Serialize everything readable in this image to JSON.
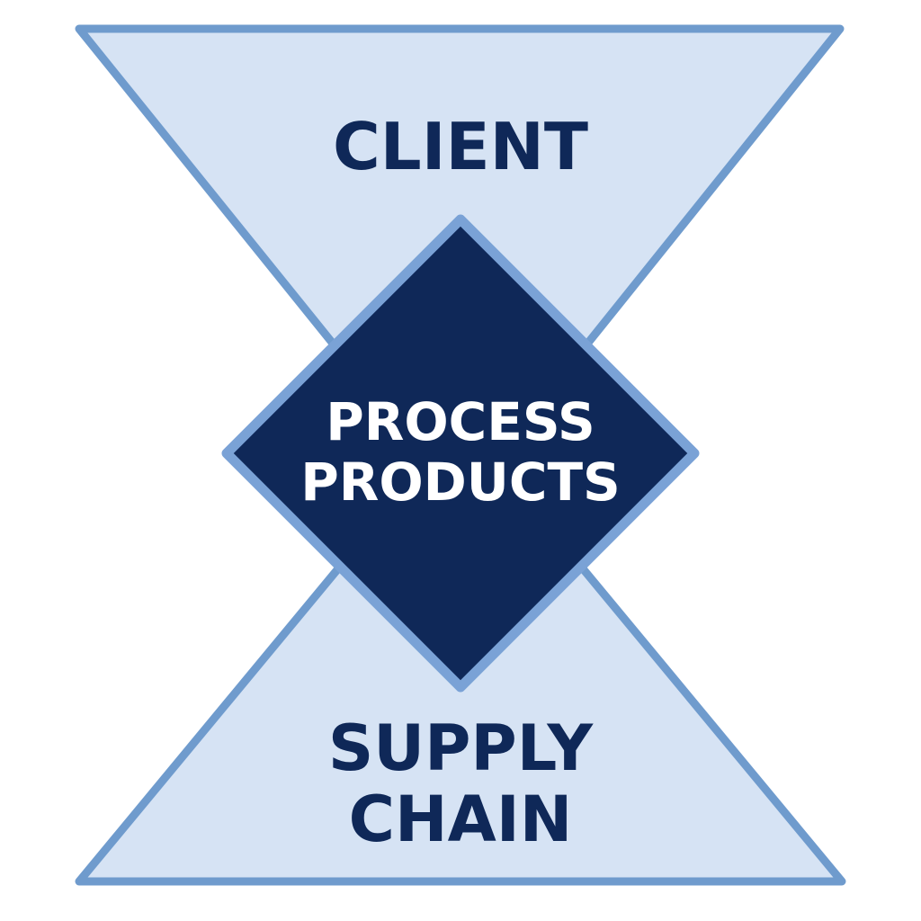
{
  "diagram": {
    "top": {
      "label": "CLIENT"
    },
    "center": {
      "line1": "PROCESS",
      "line2": "PRODUCTS"
    },
    "bottom": {
      "line1": "SUPPLY",
      "line2": "CHAIN"
    }
  },
  "colors": {
    "triangle_fill": "#d6e3f4",
    "triangle_stroke": "#6f9bcd",
    "diamond_fill": "#0f2858",
    "diamond_stroke": "#7aa2d6",
    "dark_text": "#0f2858",
    "light_text": "#ffffff"
  }
}
